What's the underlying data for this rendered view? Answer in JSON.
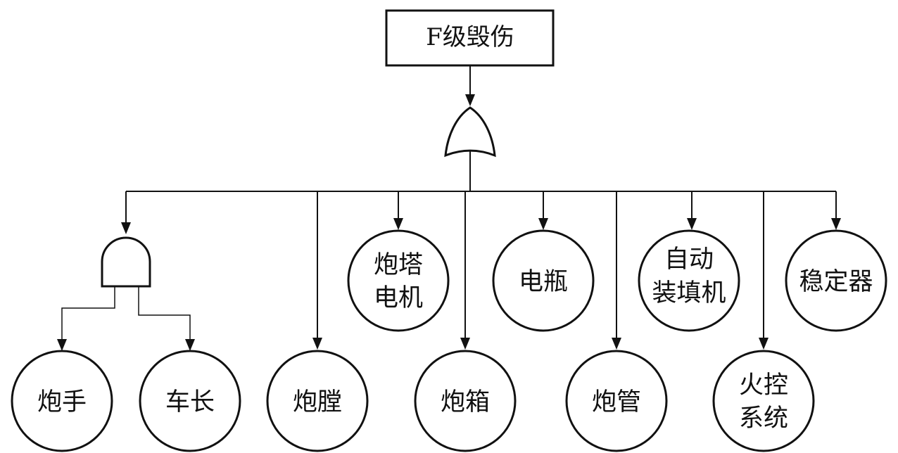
{
  "top_event": {
    "label": "F级毁伤"
  },
  "gates": {
    "top": "or-gate",
    "sub": "and-gate"
  },
  "and_inputs": [
    {
      "lines": [
        "炮手"
      ]
    },
    {
      "lines": [
        "车长"
      ]
    }
  ],
  "events": [
    {
      "lines": [
        "炮膛"
      ]
    },
    {
      "lines": [
        "炮塔",
        "电机"
      ]
    },
    {
      "lines": [
        "炮箱"
      ]
    },
    {
      "lines": [
        "电瓶"
      ]
    },
    {
      "lines": [
        "炮管"
      ]
    },
    {
      "lines": [
        "自动",
        "装填机"
      ]
    },
    {
      "lines": [
        "火控",
        "系统"
      ]
    },
    {
      "lines": [
        "稳定器"
      ]
    }
  ]
}
